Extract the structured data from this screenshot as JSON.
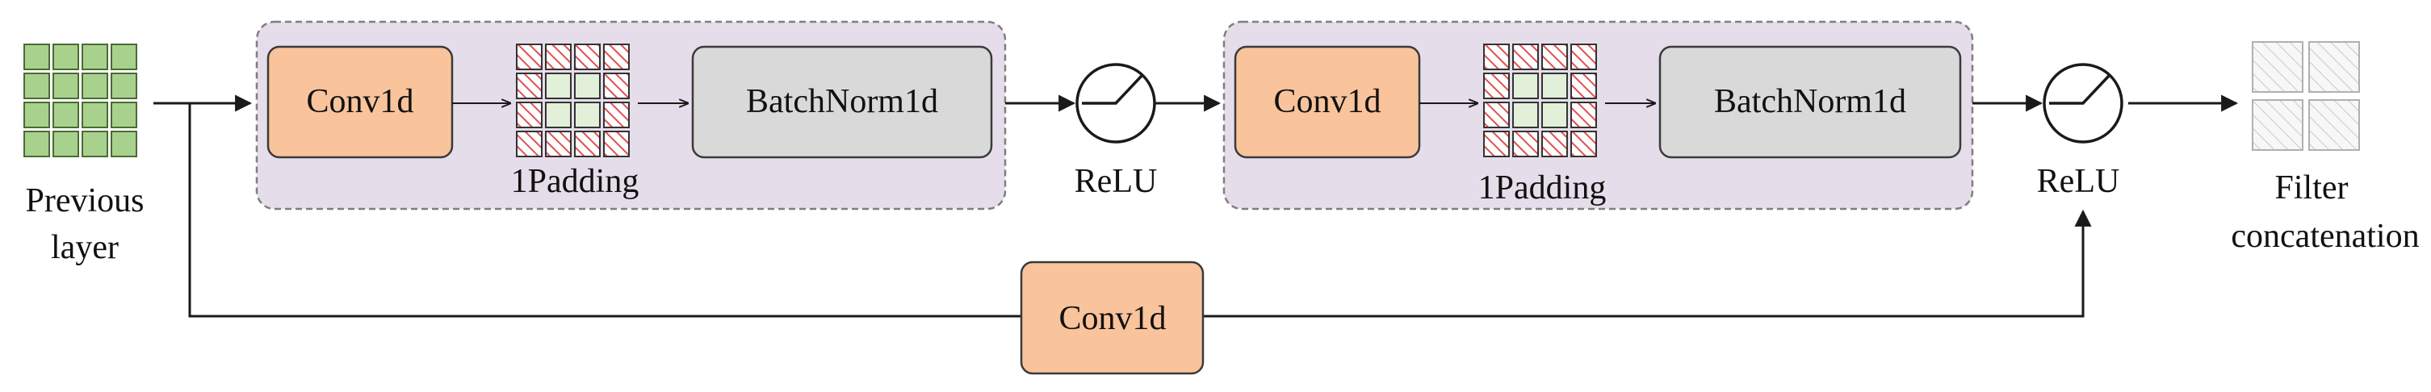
{
  "input": {
    "label_line1": "Previous",
    "label_line2": "layer"
  },
  "block1": {
    "conv_label": "Conv1d",
    "padding_label": "1Padding",
    "bn_label": "BatchNorm1d"
  },
  "relu1": {
    "label": "ReLU"
  },
  "block2": {
    "conv_label": "Conv1d",
    "padding_label": "1Padding",
    "bn_label": "BatchNorm1d"
  },
  "relu2": {
    "label": "ReLU"
  },
  "output": {
    "label_line1": "Filter",
    "label_line2": "concatenation"
  },
  "shortcut": {
    "conv_label": "Conv1d"
  },
  "colors": {
    "conv_fill": "#F9C39B",
    "conv_stroke": "#3a3a3a",
    "bn_fill": "#D9D9D9",
    "group_fill": "#E6DDEA",
    "group_stroke": "#7f7f7f",
    "input_grid_fill": "#A9D18E",
    "input_grid_stroke": "#4a6b33",
    "pad_hatch": "#E05050",
    "pad_center": "#E2EFD9",
    "output_fill": "#F2F2F2",
    "output_hatch": "#BFBFBF",
    "line": "#1a1a1a"
  },
  "icons": {
    "input": "feature-grid-icon",
    "padding": "padded-grid-icon",
    "relu": "relu-activation-icon",
    "output": "output-grid-icon"
  }
}
